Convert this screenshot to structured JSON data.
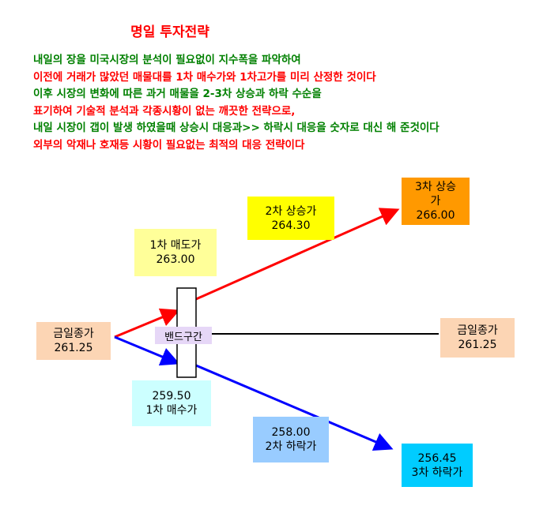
{
  "title": "명일 투자전략",
  "description": [
    {
      "text": "내일의 장을 미국시장의 분석이 필요없이 지수폭을 파악하여",
      "color": "#008000"
    },
    {
      "text": "이전에 거래가 많았던 매물대를 1차 매수가와 1차고가를 미리 산정한 것이다",
      "color": "#ff0000"
    },
    {
      "text": "이후 시장의 변화에 따른 과거 매물을 2-3차 상승과 하락 수순을",
      "color": "#008000"
    },
    {
      "text": "표기하여 기술적  분석과 각종시황이 없는 깨끗한 전략으로,",
      "color": "#ff0000"
    },
    {
      "text": "내일 시장이 갭이 발생 하였을때 상승시 대응과>> 하락시 대응을 숫자로 대신 해 준것이다",
      "color": "#008000"
    },
    {
      "text": "외부의 악재나 호재등  시황이 필요없는 최적의 대응 전략이다",
      "color": "#ff0000"
    }
  ],
  "diagram": {
    "close_left": {
      "label": "금일종가",
      "value": "261.25"
    },
    "close_right": {
      "label": "금일종가",
      "value": "261.25"
    },
    "band": {
      "label": "밴드구간"
    },
    "sell1": {
      "label": "1차 매도가",
      "value": "263.00"
    },
    "up2": {
      "label": "2차 상승가",
      "value": "264.30"
    },
    "up3": {
      "label_line1": "3차 상승",
      "label_line2": "가",
      "value": "266.00"
    },
    "buy1": {
      "value": "259.50",
      "label": "1차 매수가"
    },
    "down2": {
      "value": "258.00",
      "label": "2차 하락가"
    },
    "down3": {
      "value": "256.45",
      "label": "3차 하락가"
    },
    "colors": {
      "up_arrow": "#ff0000",
      "down_arrow": "#0000ff",
      "close_box": "#fcd5b4",
      "sell1_box": "#ffff99",
      "up2_box": "#ffff00",
      "up3_box": "#ff9900",
      "buy1_box": "#ccffff",
      "down2_box": "#99ccff",
      "down3_box": "#00ccff",
      "band_box": "#e6d7f7"
    }
  }
}
